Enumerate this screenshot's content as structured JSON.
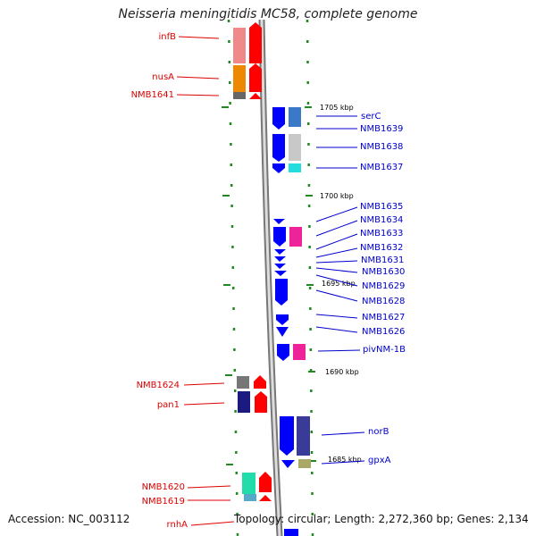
{
  "title": "Neisseria meningitidis MC58, complete genome",
  "accession": "Accession: NC_003112",
  "summary": "Topology: circular; Length: 2,272,360 bp; Genes: 2,134",
  "ticks": [
    "1705 kbp",
    "1700 kbp",
    "1695 kbp",
    "1690 kbp",
    "1685 kbp"
  ],
  "left_labels": [
    "infB",
    "nusA",
    "NMB1641",
    "NMB1624",
    "pan1",
    "NMB1620",
    "NMB1619",
    "rnhA"
  ],
  "right_labels": [
    "serC",
    "NMB1639",
    "NMB1638",
    "NMB1637",
    "NMB1635",
    "NMB1634",
    "NMB1633",
    "NMB1632",
    "NMB1631",
    "NMB1630",
    "NMB1629",
    "NMB1628",
    "NMB1627",
    "NMB1626",
    "pivNM-1B",
    "norB",
    "gpxA"
  ],
  "colors": {
    "forward_cds": "#ff0000",
    "reverse_cds": "#0000ff",
    "backbone": "#999999",
    "tick": "#228822",
    "label_left": "#dd0000",
    "label_right": "#0000cc"
  }
}
